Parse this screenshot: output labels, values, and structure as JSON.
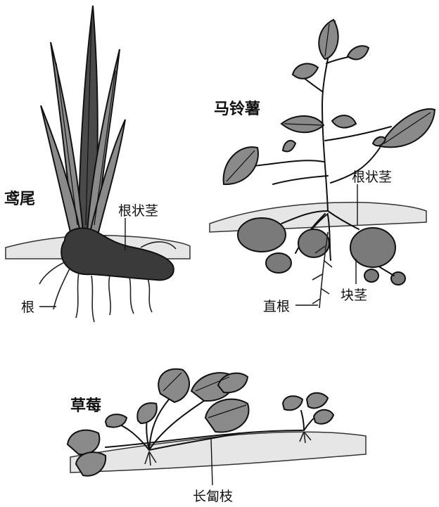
{
  "iris": {
    "title": "鸢尾",
    "label_rhizome": "根状茎",
    "label_root": "根"
  },
  "potato": {
    "title": "马铃薯",
    "label_rhizome": "根状茎",
    "label_taproot": "直根",
    "label_tuber": "块茎"
  },
  "strawberry": {
    "title": "草莓",
    "label_stolon": "长匐枝"
  }
}
